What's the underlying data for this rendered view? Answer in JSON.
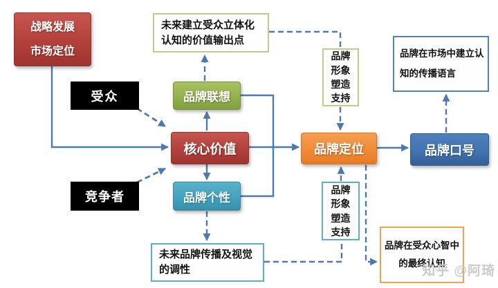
{
  "diagram": {
    "nodes": {
      "strategy": {
        "label": "战略发展\n市场定位"
      },
      "output_point": {
        "label": "未来建立受众立体化认知的价值输出点"
      },
      "audience": {
        "label": "受众"
      },
      "association": {
        "label": "品牌联想"
      },
      "core": {
        "label": "核心价值"
      },
      "competitor": {
        "label": "竞争者"
      },
      "personality": {
        "label": "品牌个性"
      },
      "support_top": {
        "label": "品牌形象塑造支持"
      },
      "positioning": {
        "label": "品牌定位"
      },
      "slogan": {
        "label": "品牌口号"
      },
      "language": {
        "label": "品牌在市场中建立认知的传播语言"
      },
      "support_bottom": {
        "label": "品牌形象塑造支持"
      },
      "tonality": {
        "label": "未来品牌传播及视觉的调性"
      },
      "final_cognition": {
        "label": "品牌在受众心智中的最终认知"
      }
    },
    "watermark": "知乎 @阿琦",
    "colors": {
      "box_red": "#B2403A",
      "box_green": "#94B04E",
      "box_teal": "#45A3BD",
      "box_orange": "#F08C38",
      "box_blue": "#4274B0",
      "box_black": "#000000",
      "border_olive": "#C2CA8A",
      "border_teal": "#59B0C7",
      "border_blue": "#4F81BD",
      "border_orange": "#EFA253",
      "connector_blue": "#4E79B0",
      "watermark_gray": "#C7C7C7"
    }
  }
}
